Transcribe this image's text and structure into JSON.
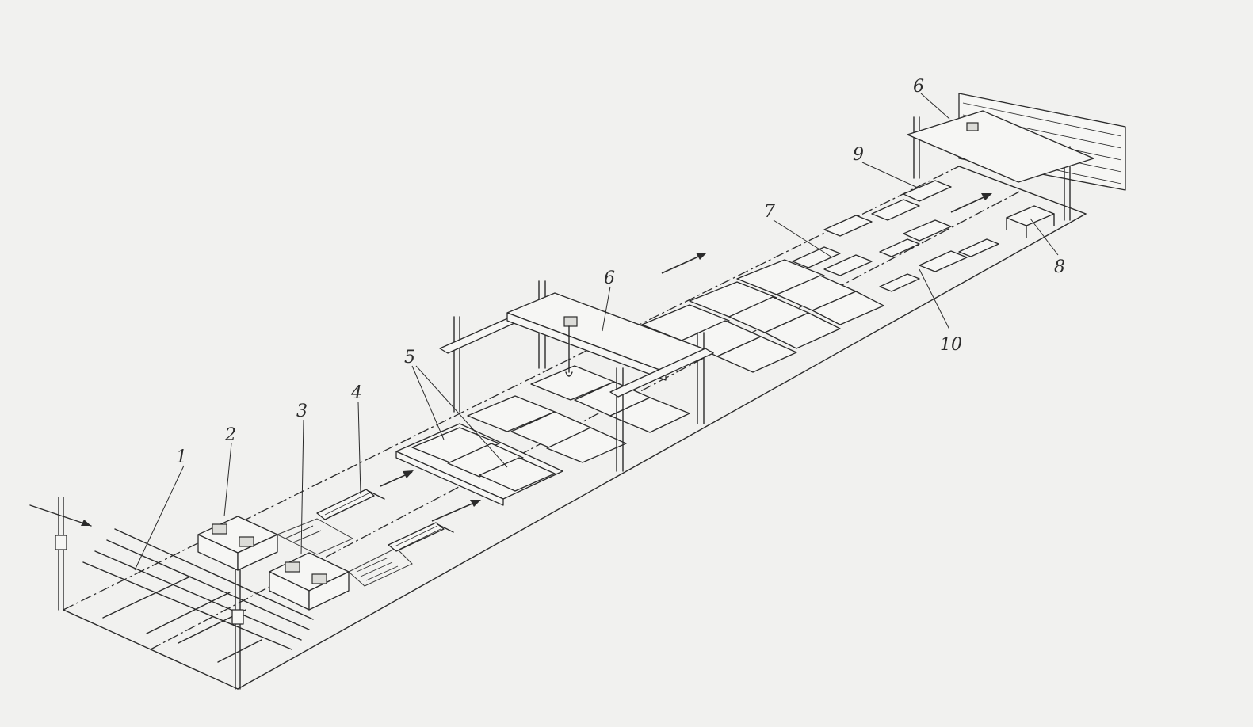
{
  "diagram": {
    "labels": [
      {
        "id": "callout-1",
        "text": "1"
      },
      {
        "id": "callout-2",
        "text": "2"
      },
      {
        "id": "callout-3",
        "text": "3"
      },
      {
        "id": "callout-4",
        "text": "4"
      },
      {
        "id": "callout-5",
        "text": "5"
      },
      {
        "id": "callout-6a",
        "text": "6"
      },
      {
        "id": "callout-6b",
        "text": "6"
      },
      {
        "id": "callout-7",
        "text": "7"
      },
      {
        "id": "callout-8",
        "text": "8"
      },
      {
        "id": "callout-9",
        "text": "9"
      },
      {
        "id": "callout-10",
        "text": "10"
      }
    ]
  },
  "colors": {
    "ink": "#2b2b2b",
    "paper": "#f1f1ef"
  }
}
